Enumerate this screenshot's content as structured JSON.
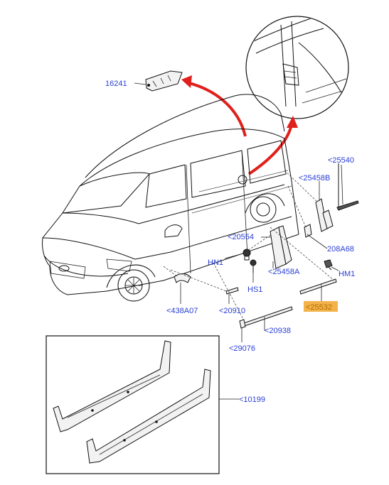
{
  "diagram": {
    "callouts": {
      "c16241": "16241",
      "c25540": "<25540",
      "c25458B": "<25458B",
      "c20554": "<20554",
      "c208A68": "208A68",
      "cHN1": "HN1",
      "cHM1": "HM1",
      "c25458A": "<25458A",
      "cHS1": "HS1",
      "c25532": "<25532",
      "c438A07": "<438A07",
      "c20910": "<20910",
      "c20938": "<20938",
      "c29076": "<29076",
      "c10199": "<10199"
    },
    "colors": {
      "callout_text": "#2a3fd6",
      "highlight_fill": "#f3b24a",
      "highlight_text": "#b07000",
      "arrow": "#e0201c",
      "line": "#111111"
    }
  }
}
